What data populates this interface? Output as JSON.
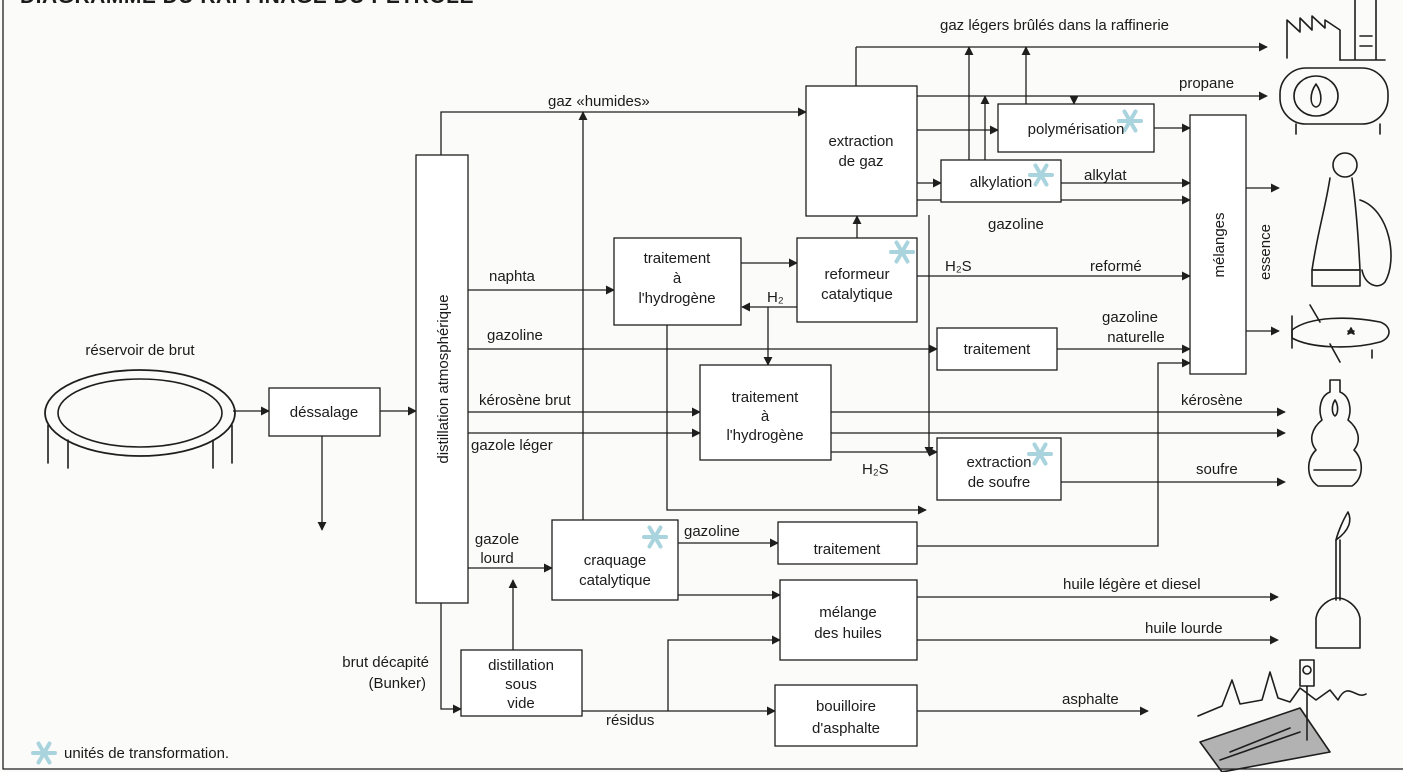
{
  "title": "DIAGRAMME DU RAFFINAGE DU PÉTROLE",
  "units": {
    "reservoir": "réservoir de brut",
    "dessalage": "déssalage",
    "distillation_atm": "distillation atmosphérique",
    "extraction_gaz": [
      "extraction",
      "de gaz"
    ],
    "polymerisation": "polymérisation",
    "alkylation": "alkylation",
    "traitement_h2_1": [
      "traitement",
      "à",
      "l'hydrogène"
    ],
    "reformeur": [
      "reformeur",
      "catalytique"
    ],
    "traitement_gazoline": "traitement",
    "traitement_h2_2": [
      "traitement",
      "à",
      "l'hydrogène"
    ],
    "extraction_soufre": [
      "extraction",
      "de soufre"
    ],
    "craquage": [
      "craquage",
      "catalytique"
    ],
    "traitement_craquage": "traitement",
    "melange_huiles": [
      "mélange",
      "des huiles"
    ],
    "distillation_vide": [
      "distillation",
      "sous",
      "vide"
    ],
    "bouilloire": [
      "bouilloire",
      "d'asphalte"
    ],
    "melanges": "mélanges"
  },
  "flows": {
    "gaz_legers": "gaz légers brûlés dans la raffinerie",
    "propane": "propane",
    "gaz_humides": "gaz «humides»",
    "alkylat": "alkylat",
    "gazoline_extraction": "gazoline",
    "naphta": "naphta",
    "h2s_1": "H₂S",
    "reforme": "reformé",
    "h2": "H₂",
    "gazoline": "gazoline",
    "gazoline_naturelle": [
      "gazoline",
      "naturelle"
    ],
    "kerosene_brut": "kérosène  brut",
    "gazole_leger": "gazole léger",
    "kerosene": "kérosène",
    "h2s_2": "H₂S",
    "soufre": "soufre",
    "gazole_lourd": [
      "gazole",
      "lourd"
    ],
    "gazoline_craquage": "gazoline",
    "huile_legere": "huile légère et diesel",
    "huile_lourde": "huile lourde",
    "brut_decapite": [
      "brut décapité",
      "(Bunker)"
    ],
    "residus": "résidus",
    "asphalte": "asphalte",
    "essence": "essence"
  },
  "legend": "unités de transformation.",
  "colors": {
    "star": "#a9d3dd",
    "line": "#1e1e1e"
  }
}
